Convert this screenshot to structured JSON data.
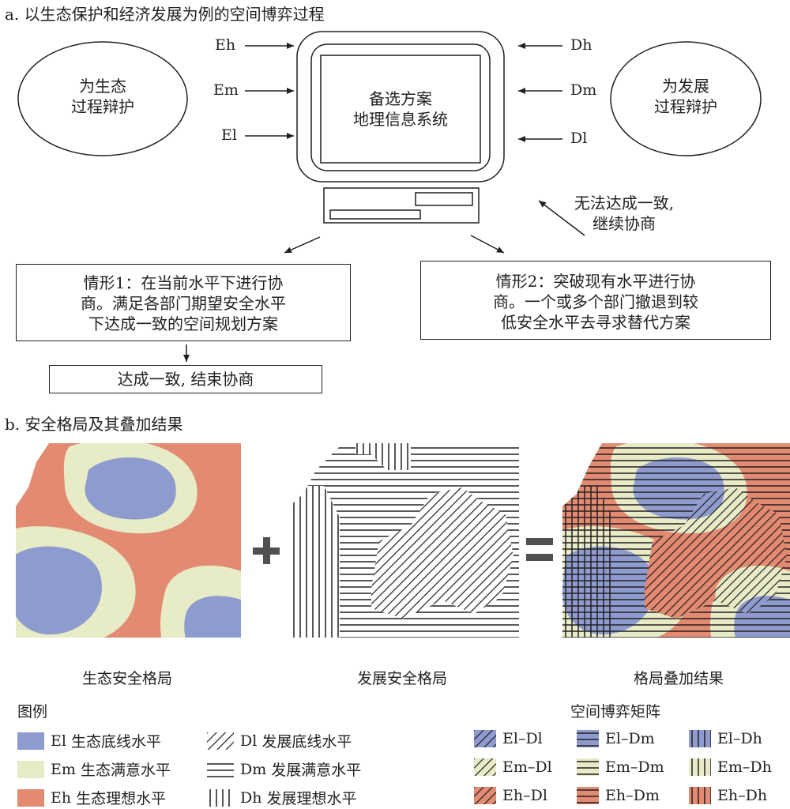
{
  "panel_a": {
    "title": "a. 以生态保护和经济发展为例的空间博弈过程",
    "eco_bubble": [
      "为生态",
      "过程辩护"
    ],
    "dev_bubble": [
      "为发展",
      "过程辩护"
    ],
    "computer_text": [
      "备选方案",
      "地理信息系统"
    ],
    "eco_inputs": [
      "Eh",
      "Em",
      "El"
    ],
    "dev_inputs": [
      "Dh",
      "Dm",
      "Dl"
    ],
    "loop_text": [
      "无法达成一致,",
      "继续协商"
    ],
    "case1": [
      "情形1：在当前水平下进行协",
      "商。满足各部门期望安全水平",
      "下达成一致的空间规划方案"
    ],
    "case2": [
      "情形2：突破现有水平进行协",
      "商。一个或多个部门撤退到较",
      "低安全水平去寻求替代方案"
    ],
    "result": "达成一致, 结束协商"
  },
  "panel_b": {
    "title": "b. 安全格局及其叠加结果",
    "map_eco_caption": "生态安全格局",
    "map_dev_caption": "发展安全格局",
    "map_overlay_caption": "格局叠加结果",
    "plus": "+",
    "equals": "="
  },
  "legend": {
    "title": "图例",
    "items": [
      {
        "code": "El",
        "text": "生态底线水平"
      },
      {
        "code": "Em",
        "text": "生态满意水平"
      },
      {
        "code": "Eh",
        "text": "生态理想水平"
      },
      {
        "code": "Dl",
        "text": "发展底线水平"
      },
      {
        "code": "Dm",
        "text": "发展满意水平"
      },
      {
        "code": "Dh",
        "text": "发展理想水平"
      }
    ]
  },
  "matrix": {
    "title": "空间博弈矩阵",
    "items": [
      "El–Dl",
      "El–Dm",
      "El–Dh",
      "Em–Dl",
      "Em–Dm",
      "Em–Dh",
      "Eh–Dl",
      "Eh–Dm",
      "Eh–Dh"
    ]
  },
  "colors": {
    "El": "#8e9bcf",
    "Em": "#e7ebc6",
    "Eh": "#e38a72",
    "line": "#231f20"
  }
}
